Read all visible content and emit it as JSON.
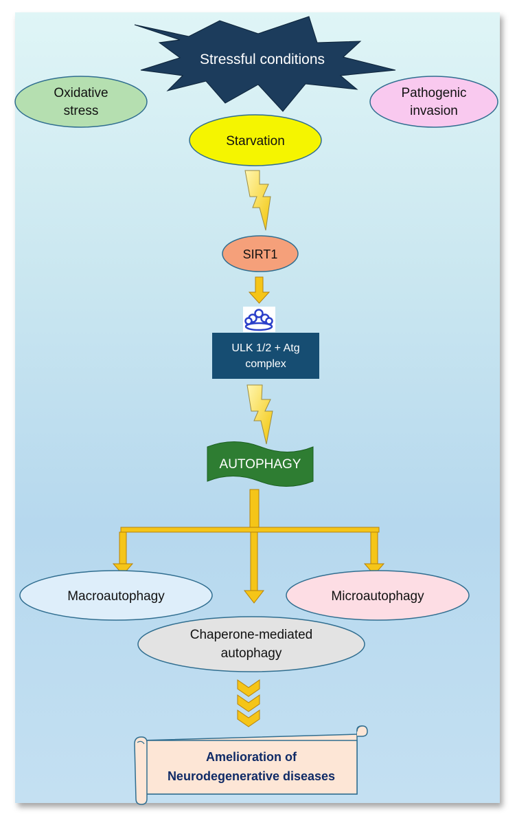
{
  "nodes": {
    "stress": "Stressful conditions",
    "oxidative": [
      "Oxidative",
      "stress"
    ],
    "pathogenic": [
      "Pathogenic",
      "invasion"
    ],
    "starvation": "Starvation",
    "sirt1": "SIRT1",
    "ulk": [
      "ULK 1/2 + Atg",
      "complex"
    ],
    "autophagy": "AUTOPHAGY",
    "macro": "Macroautophagy",
    "micro": "Microautophagy",
    "cma": [
      "Chaperone-mediated",
      "autophagy"
    ],
    "amelioration": [
      "Amelioration of",
      "Neurodegenerative diseases"
    ]
  },
  "colors": {
    "star": "#1c3c5c",
    "oxidative_fill": "#b5dfb0",
    "pathogenic_fill": "#f9c9ef",
    "starvation_fill": "#f5f500",
    "sirt1_fill": "#f5a07a",
    "ulk_fill": "#164d72",
    "autophagy_fill": "#2e7d32",
    "macro_fill": "#deeefa",
    "micro_fill": "#fddde4",
    "cma_fill": "#e3e3e3",
    "scroll_fill": "#fde6d6",
    "arrow": "#f5c518",
    "title_text": "#0f2a66"
  },
  "icons": [
    "lightning-bolt-icon",
    "complex-icon",
    "chevron-down-icon"
  ]
}
